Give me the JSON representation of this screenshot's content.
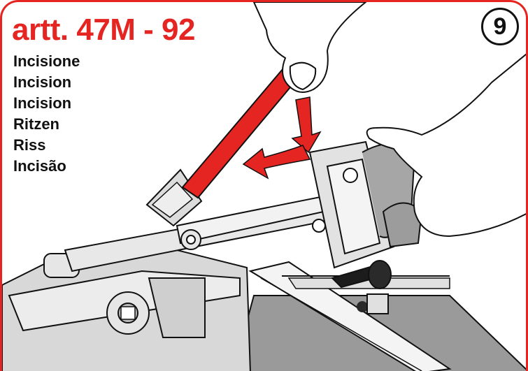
{
  "title": "artt. 47M - 92",
  "step_number": "9",
  "captions": [
    "Incisione",
    "Incision",
    "Incision",
    "Ritzen",
    "Riss",
    "Incisão"
  ],
  "colors": {
    "accent": "#e52521",
    "outline": "#111111",
    "tile": "#9a9a9a",
    "cutter_body": "#d8d8d8"
  }
}
